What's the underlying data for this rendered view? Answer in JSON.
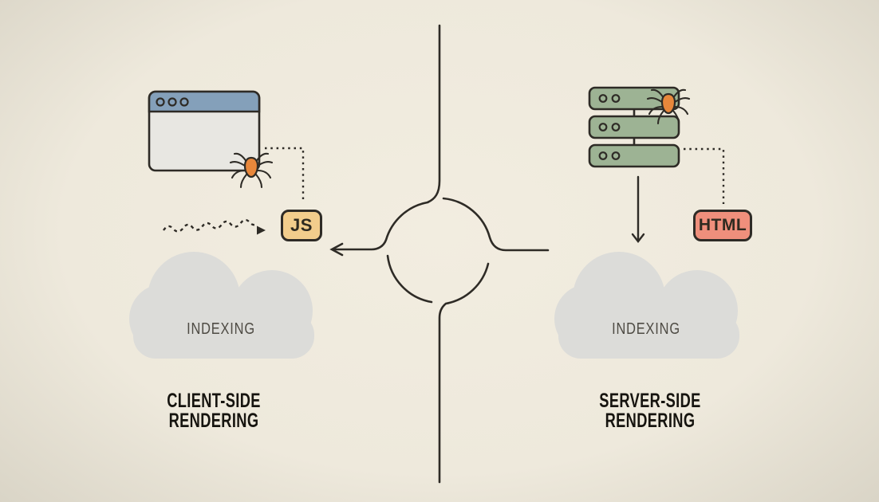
{
  "scene": {
    "background_center": "#f2ede0",
    "background_edge": "#d2cdbe",
    "line_color": "#2e2b26",
    "cloud_color": "#dcdcd9",
    "spider_color": "#e8873b"
  },
  "client_side": {
    "title_line1": "CLIENT-SIDE",
    "title_line2": "RENDERING",
    "cloud_label": "INDEXING",
    "badge_label": "JS",
    "badge_color": "#f2cd8c",
    "browser_header_color": "#84a0ba",
    "browser_body_color": "#e8e7e2"
  },
  "server_side": {
    "title_line1": "SERVER-SIDE",
    "title_line2": "RENDERING",
    "cloud_label": "INDEXING",
    "badge_label": "HTML",
    "badge_color": "#ef8f7c",
    "server_color": "#9db394"
  }
}
